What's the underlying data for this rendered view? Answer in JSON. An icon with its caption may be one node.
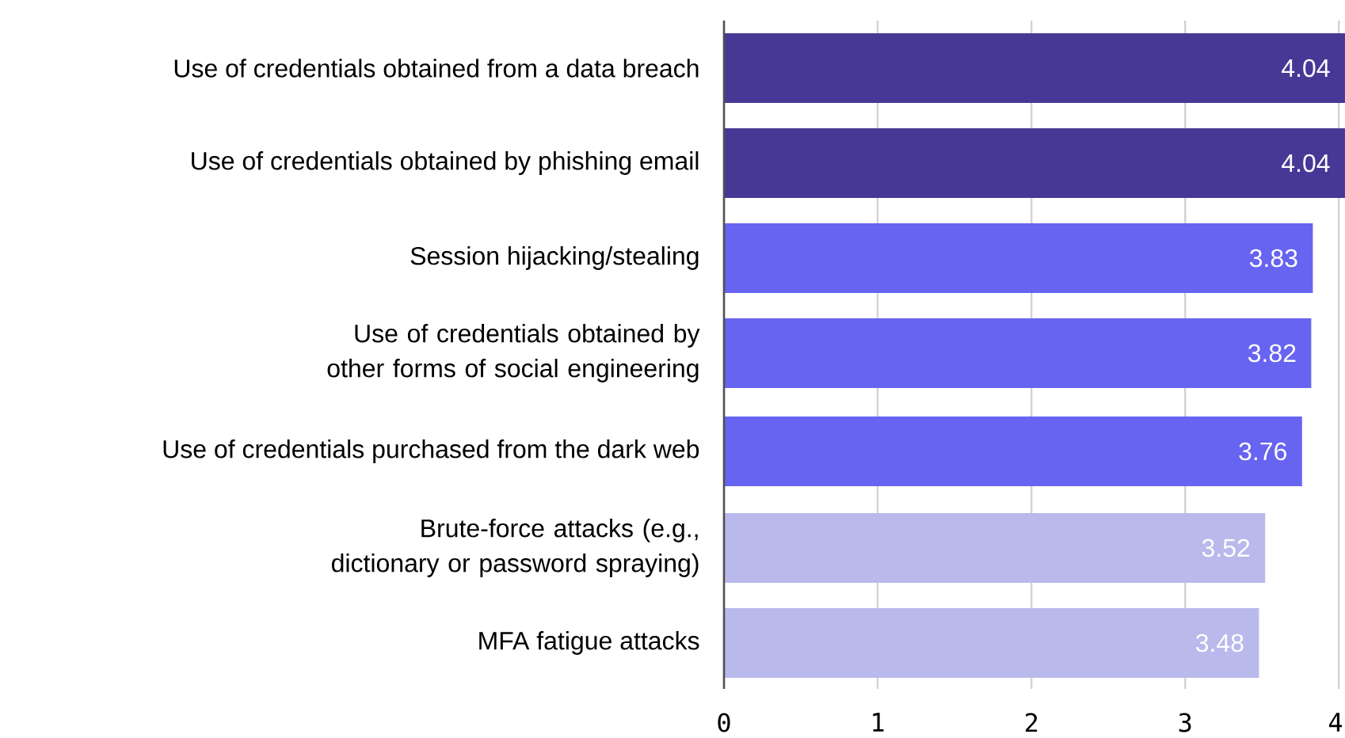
{
  "diagram": {
    "chart_data": {
      "type": "bar",
      "orientation": "horizontal",
      "categories": [
        "Use of credentials obtained from a data breach",
        "Use of credentials obtained by phishing email",
        "Session hijacking/stealing",
        "Use of credentials obtained by other forms of social engineering",
        "Use of credentials purchased from the dark web",
        "Brute-force attacks (e.g., dictionary or password spraying)",
        "MFA fatigue attacks"
      ],
      "series": [
        {
          "color": "#483896",
          "values": [
            4.04,
            4.04,
            null,
            null,
            null,
            null,
            null
          ]
        },
        {
          "color": "#6764f1",
          "values": [
            null,
            null,
            3.83,
            3.82,
            3.76,
            null,
            null
          ]
        },
        {
          "color": "#b9b9ec",
          "values": [
            null,
            null,
            null,
            null,
            null,
            3.52,
            3.48
          ]
        }
      ],
      "xlim": [
        0,
        4.05
      ],
      "xticks": [
        0,
        1,
        2,
        3,
        4
      ],
      "grid": true,
      "data_labels": true
    }
  }
}
